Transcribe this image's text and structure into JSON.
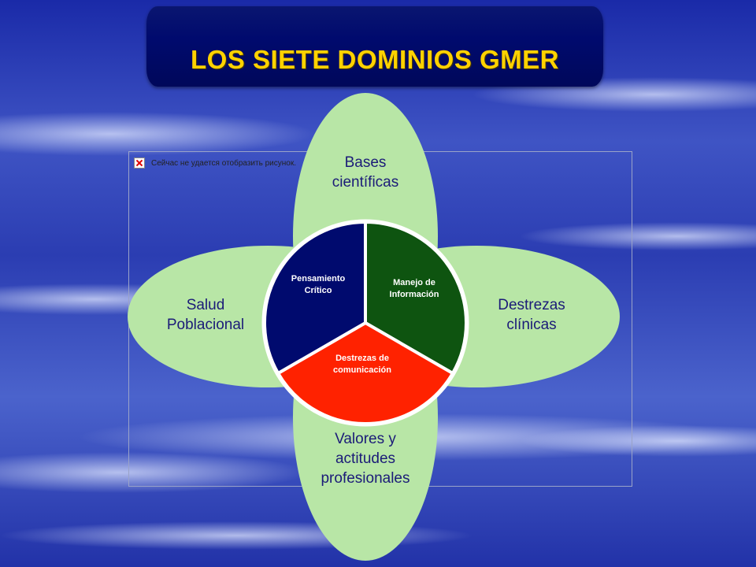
{
  "title": "LOS SIETE DOMINIOS GMER",
  "broken_image": {
    "icon": "broken-image-icon",
    "message": "Сейчас не удается отобразить рисунок."
  },
  "petals": {
    "top": "Bases científicas",
    "left": "Salud Poblacional",
    "right": "Destrezas clínicas",
    "bottom": "Valores y actitudes profesionales"
  },
  "center": {
    "wedges": [
      {
        "label": "Pensamiento Crítico",
        "color": "#000a6e"
      },
      {
        "label": "Manejo de Información",
        "color": "#0e5410"
      },
      {
        "label": "Destrezas de comunicación",
        "color": "#ff2200"
      }
    ]
  },
  "colors": {
    "petal": "#b8e6a6",
    "title_text": "#ffd200",
    "title_bg": "#000a6e"
  }
}
